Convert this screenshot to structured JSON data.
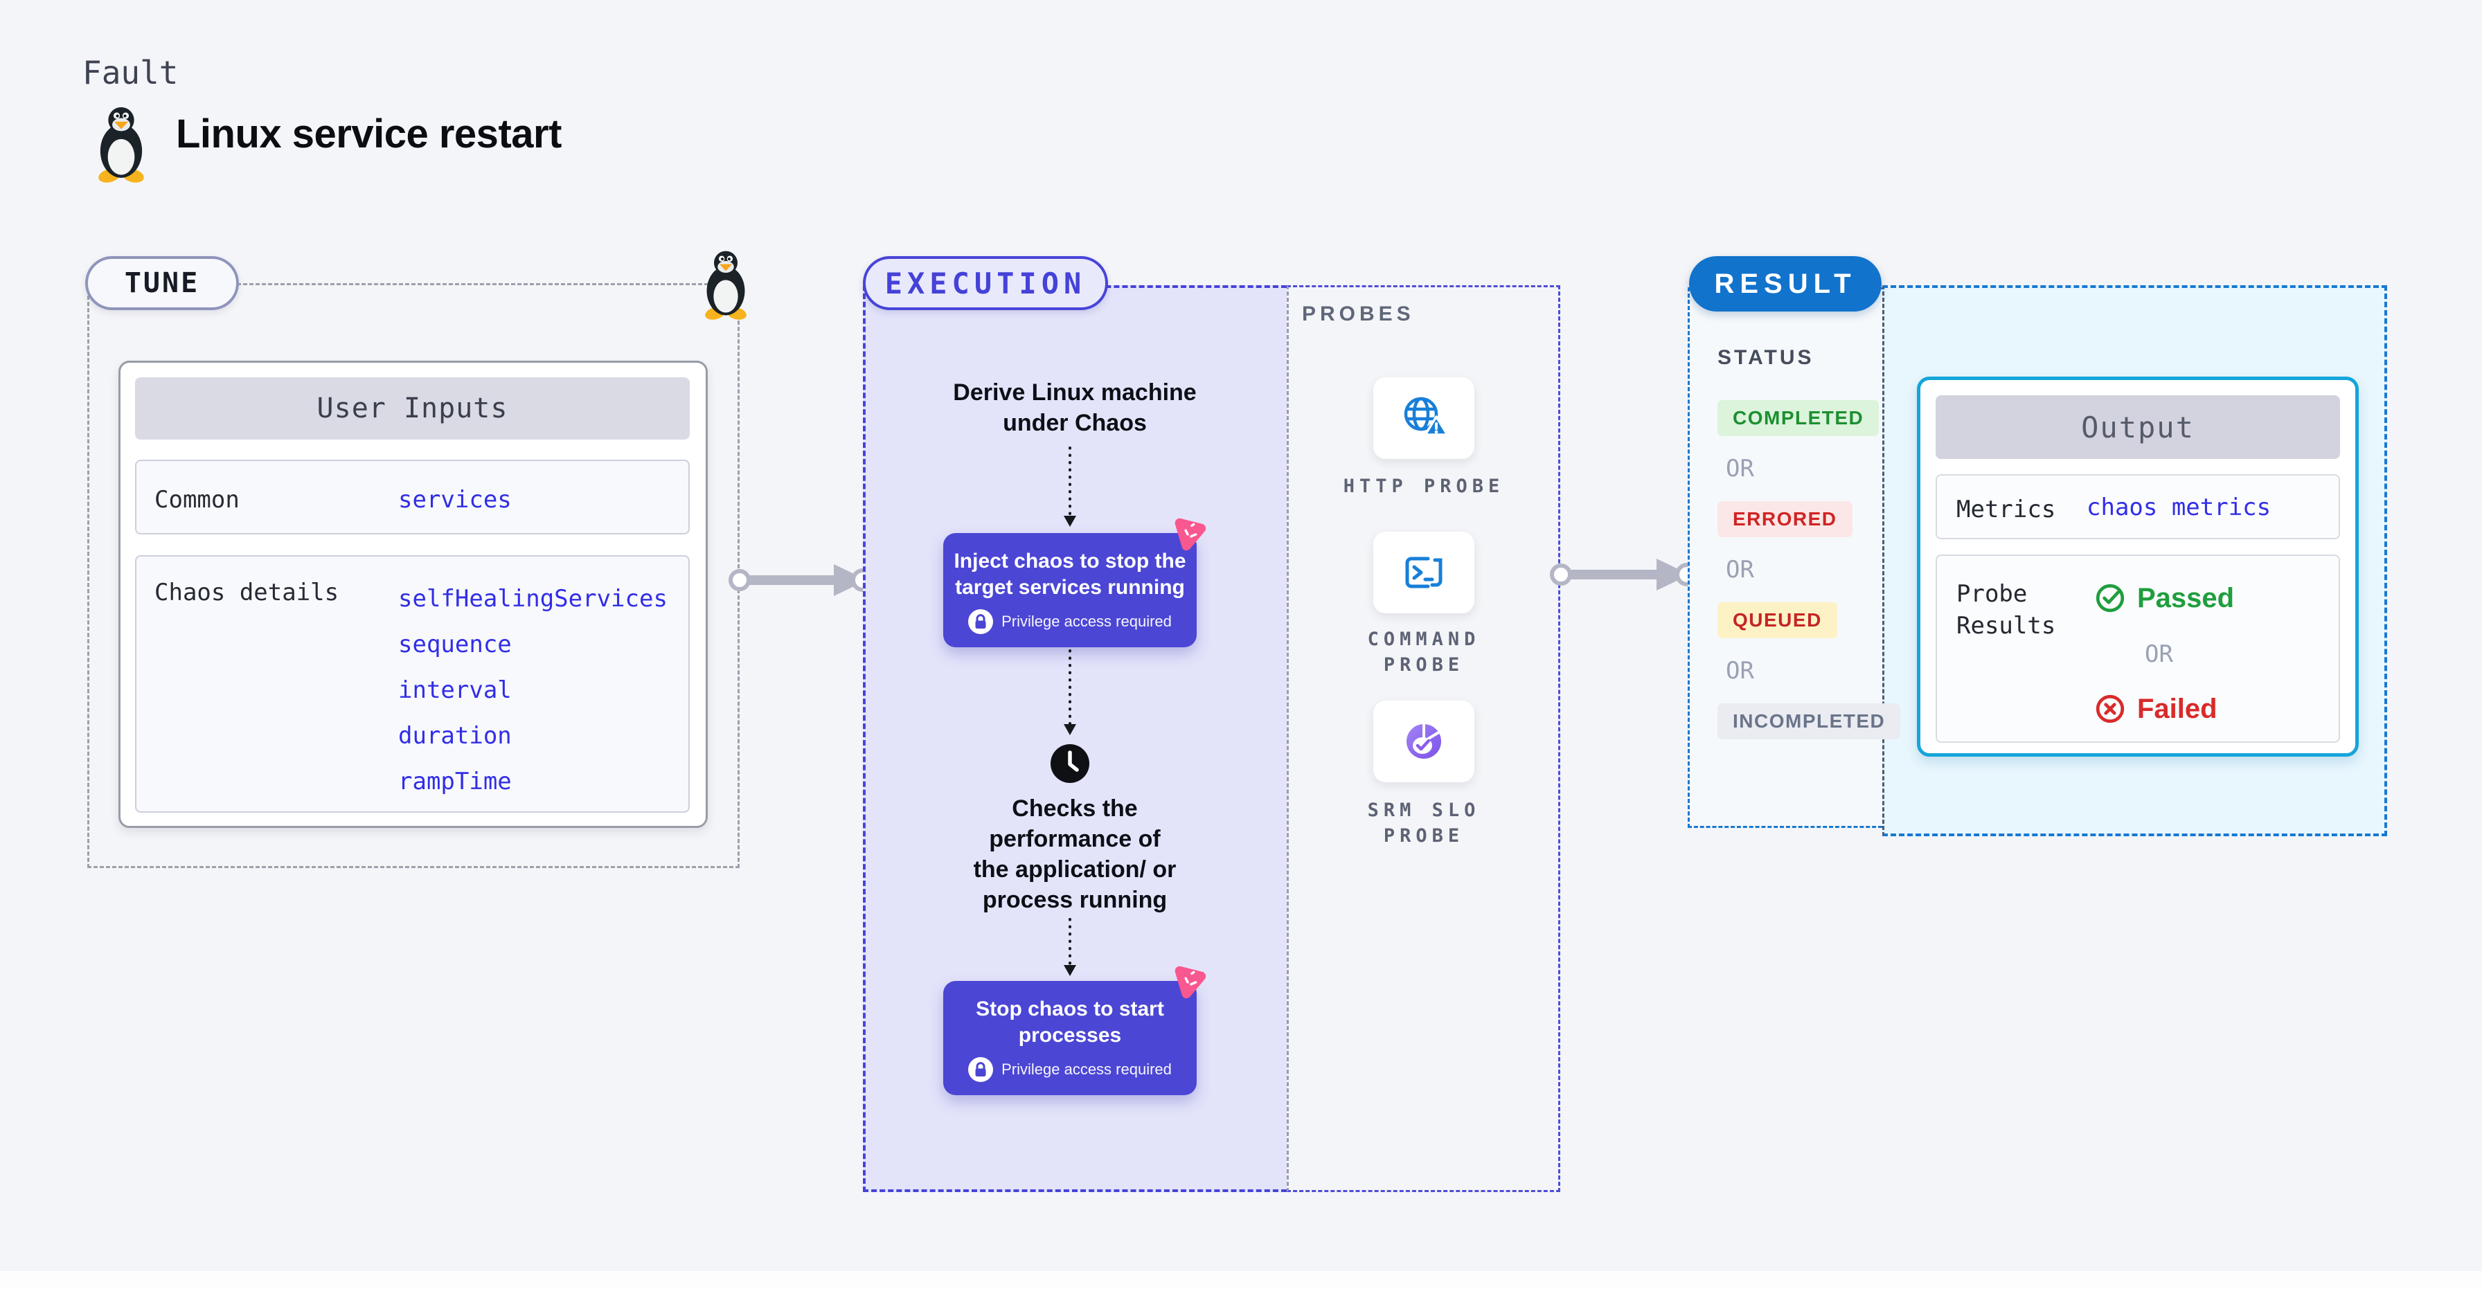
{
  "header": {
    "kicker": "Fault",
    "title": "Linux service restart"
  },
  "tune": {
    "badge": "TUNE",
    "user_inputs": {
      "header": "User Inputs",
      "rows": [
        {
          "label": "Common",
          "values": [
            "services"
          ]
        },
        {
          "label": "Chaos details",
          "values": [
            "selfHealingServices",
            "sequence",
            "interval",
            "duration",
            "rampTime"
          ]
        }
      ]
    }
  },
  "execution": {
    "badge": "EXECUTION",
    "step1": "Derive Linux machine\nunder Chaos",
    "card1_title": "Inject chaos to stop the\ntarget services running",
    "card1_note": "Privilege access required",
    "step2": "Checks the\nperformance of\nthe application/ or\nprocess running",
    "card2_title": "Stop chaos to start\nprocesses",
    "card2_note": "Privilege access required"
  },
  "probes": {
    "label": "PROBES",
    "items": [
      {
        "name": "HTTP PROBE",
        "icon": "globe-alert-icon"
      },
      {
        "name": "COMMAND\nPROBE",
        "icon": "terminal-icon"
      },
      {
        "name": "SRM SLO\nPROBE",
        "icon": "slo-donut-icon"
      }
    ]
  },
  "result": {
    "badge": "RESULT",
    "status_label": "STATUS",
    "or": "OR",
    "statuses": [
      {
        "label": "COMPLETED",
        "color": "#1d8f31"
      },
      {
        "label": "ERRORED",
        "color": "#d02424"
      },
      {
        "label": "QUEUED",
        "color": "#c42525"
      },
      {
        "label": "INCOMPLETED",
        "color": "#6a7489"
      }
    ],
    "output": {
      "header": "Output",
      "metrics_label": "Metrics",
      "metrics_value": "chaos metrics",
      "probe_results_label": "Probe\nResults",
      "passed": "Passed",
      "or": "OR",
      "failed": "Failed"
    }
  },
  "colors": {
    "page_bg": "#f4f5f8",
    "execution_fill": "#e3e4fa",
    "execution_border": "#4744d9",
    "result_cyan_fill": "#e8f6fd",
    "result_border": "#1879d2",
    "card_indigo": "#4b46d4",
    "value_blue": "#312ee6",
    "pink_logo": "#f9578f",
    "probe_icon_blue": "#187fd8",
    "srm_purple": "#8a5cf0",
    "passed_green": "#1f9e3d",
    "failed_red": "#d92a2a"
  }
}
